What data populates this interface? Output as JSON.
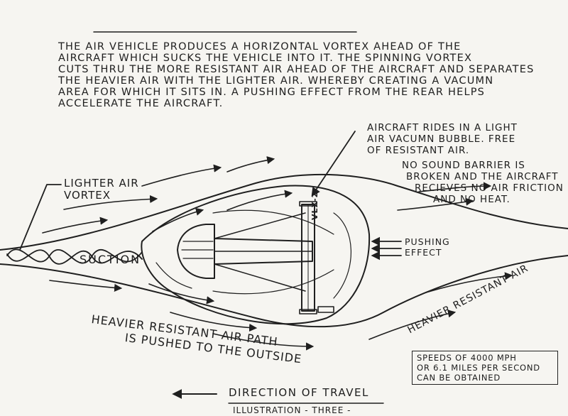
{
  "intro_lines": [
    "THE AIR VEHICLE PRODUCES A HORIZONTAL VORTEX AHEAD OF THE",
    "AIRCRAFT WHICH SUCKS THE VEHICLE INTO IT.  THE SPINNING VORTEX",
    "CUTS THRU THE MORE RESISTANT AIR AHEAD OF THE AIRCRAFT AND SEPARATES",
    "THE HEAVIER AIR WITH THE LIGHTER AIR. WHEREBY CREATING A VACUMN",
    "AREA FOR WHICH IT SITS IN.  A PUSHING EFFECT FROM THE REAR HELPS",
    "ACCELERATE THE AIRCRAFT."
  ],
  "labels": {
    "bubble_line1": "AIRCRAFT RIDES IN A LIGHT",
    "bubble_line2": "AIR VACUMN BUBBLE. FREE",
    "bubble_line3": "OF RESISTANT AIR.",
    "sound_line1": "NO SOUND BARRIER IS",
    "sound_line2": "BROKEN AND THE AIRCRAFT",
    "sound_line3": "RECIEVES NO AIR FRICTION",
    "sound_line4": "AND NO HEAT.",
    "lighter_line1": "LIGHTER AIR",
    "lighter_line2": "VORTEX",
    "suction": "SUCTION",
    "pushing_line1": "PUSHING",
    "pushing_line2": "EFFECT",
    "heavier_right": "HEAVIER RESISTANT AIR",
    "heavier_path_line1": "HEAVIER RESISTANT AIR PATH",
    "heavier_path_line2": "IS PUSHED TO THE OUTSIDE",
    "aircraft_tag": "VLX-2",
    "direction": "DIRECTION OF TRAVEL",
    "illustration": "ILLUSTRATION - THREE -"
  },
  "speeds": {
    "line1": "SPEEDS OF 4000 MPH",
    "line2": "OR 6.1 MILES PER SECOND",
    "line3": "CAN BE OBTAINED"
  },
  "colors": {
    "ink": "#1f1f1f",
    "paper": "#f6f5f1"
  }
}
